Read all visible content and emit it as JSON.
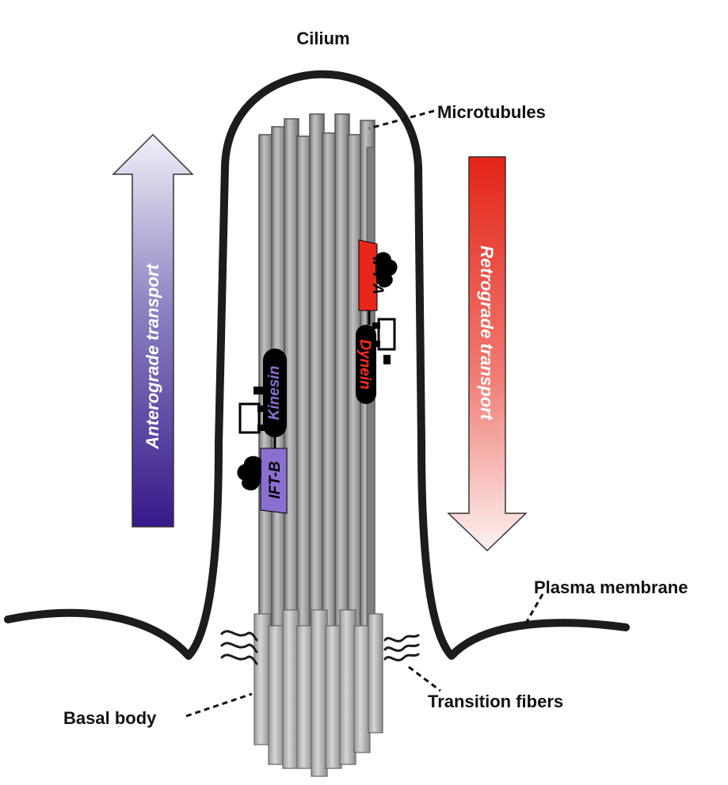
{
  "labels": {
    "cilium": "Cilium",
    "microtubules": "Microtubules",
    "plasma_membrane": "Plasma membrane",
    "basal_body": "Basal body",
    "transition_fibers": "Transition fibers"
  },
  "transport": {
    "anterograde": "Anterograde transport",
    "retrograde": "Retrograde transport"
  },
  "motors": {
    "kinesin": "Kinesin",
    "ift_b": "IFT-B",
    "ift_a": "IFT-A",
    "dynein": "Dynein"
  },
  "colors": {
    "anterograde_top": "#f2f0f8",
    "anterograde_bottom": "#3a1f8a",
    "retrograde_top": "#e8261c",
    "retrograde_bottom": "#fbf1f0",
    "ift_b": "#8a6fd0",
    "ift_a": "#e8261c",
    "kinesin_text": "#8a6fd0",
    "dynein_text": "#ff2a1a",
    "membrane": "#1c1c1c",
    "axoneme": "#8a8a8a"
  }
}
